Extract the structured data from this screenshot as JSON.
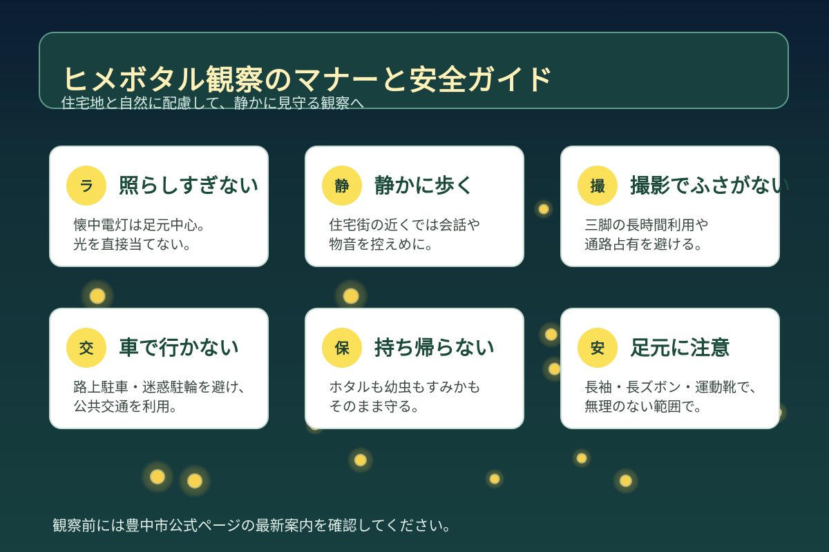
{
  "header": {
    "title": "ヒメボタル観察のマナーと安全ガイド",
    "subtitle": "住宅地と自然に配慮して、静かに見守る観察へ"
  },
  "cards": [
    {
      "badge": "ラ",
      "title": "照らしすぎない",
      "desc": [
        "懐中電灯は足元中心。",
        "光を直接当てない。"
      ]
    },
    {
      "badge": "静",
      "title": "静かに歩く",
      "desc": [
        "住宅街の近くでは会話や",
        "物音を控えめに。"
      ]
    },
    {
      "badge": "撮",
      "title": "撮影でふさがない",
      "desc": [
        "三脚の長時間利用や",
        "通路占有を避ける。"
      ]
    },
    {
      "badge": "交",
      "title": "車で行かない",
      "desc": [
        "路上駐車・迷惑駐輪を避け、",
        "公共交通を利用。"
      ]
    },
    {
      "badge": "保",
      "title": "持ち帰らない",
      "desc": [
        "ホタルも幼虫もすみかも",
        "そのまま守る。"
      ]
    },
    {
      "badge": "安",
      "title": "足元に注意",
      "desc": [
        "長袖・長ズボン・運動靴で、",
        "無理のない範囲で。"
      ]
    }
  ],
  "footer": "観察前には豊中市公式ページの最新案内を確認してください。",
  "colors": {
    "background_top": "#0b1d33",
    "background_bottom": "#173f3f",
    "header_fill": "#17403f",
    "title": "#fff1b8",
    "badge": "#fbe05a",
    "card_title": "#1a4a3a",
    "firefly": "#f6d24e"
  }
}
